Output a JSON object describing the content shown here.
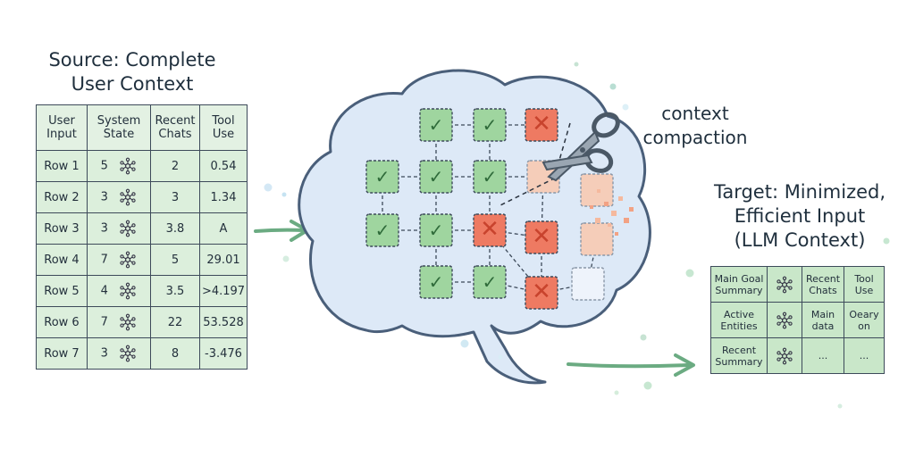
{
  "source": {
    "title_line1": "Source: Complete",
    "title_line2": "User Context",
    "headers": [
      "User\nInput",
      "System\nState",
      "Recent\nChats",
      "Tool\nUse"
    ],
    "rows": [
      {
        "label": "Row 1",
        "state": "5",
        "chats": "2",
        "tool": "0.54"
      },
      {
        "label": "Row 2",
        "state": "3",
        "chats": "3",
        "tool": "1.34"
      },
      {
        "label": "Row 3",
        "state": "3",
        "chats": "3.8",
        "tool": "A"
      },
      {
        "label": "Row 4",
        "state": "7",
        "chats": "5",
        "tool": "29.01"
      },
      {
        "label": "Row 5",
        "state": "4",
        "chats": "3.5",
        "tool": ">4.197"
      },
      {
        "label": "Row 6",
        "state": "7",
        "chats": "22",
        "tool": "53.528"
      },
      {
        "label": "Row 7",
        "state": "3",
        "chats": "8",
        "tool": "-3.476"
      }
    ]
  },
  "process": {
    "label_line1": "context",
    "label_line2": "compaction",
    "check_symbol": "✓",
    "cross_symbol": "✕"
  },
  "target": {
    "title_line1": "Target: Minimized,",
    "title_line2": "Efficient Input",
    "title_line3": "(LLM Context)",
    "rows": [
      {
        "label": "Main Goal\nSummary",
        "c2": "Recent\nChats",
        "c3": "Tool\nUse"
      },
      {
        "label": "Active\nEntities",
        "c2": "Main\ndata",
        "c3": "Oeary\non"
      },
      {
        "label": "Recent\nSummary",
        "c2": "...",
        "c3": "..."
      }
    ]
  },
  "colors": {
    "brain_fill": "#dde9f7",
    "brain_stroke": "#4a5f7a",
    "kept_node": "#9fd59f",
    "removed_node": "#ee7a62",
    "faded_node": "#f5cdb9",
    "arrow": "#6bab82"
  }
}
